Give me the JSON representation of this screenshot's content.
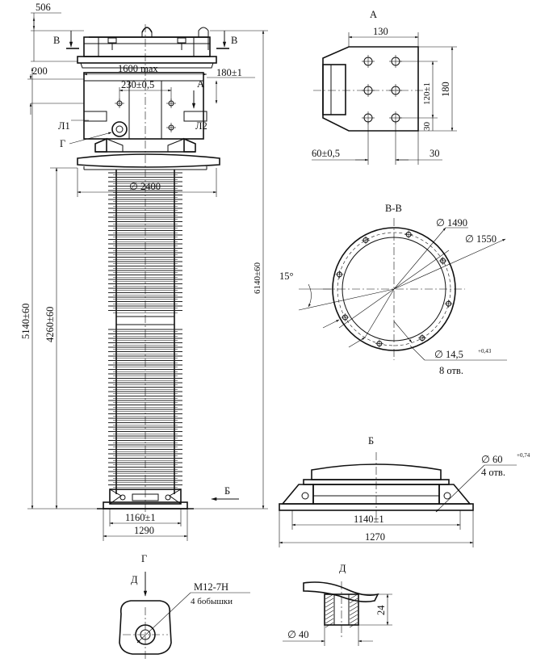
{
  "drawing": {
    "main_view": {
      "top_dim": "506",
      "width_dim": "1600 max",
      "left_dim": "200",
      "right_dim": "180±1",
      "inner_dim": "230±0,5",
      "section_b_left": "В",
      "section_b_right": "В",
      "view_a_arrow": "А",
      "terminal_l1": "Л1",
      "terminal_l2": "Л2",
      "view_g_marker": "Г",
      "flange_dia": "∅ 2400",
      "height_total": "5140±60",
      "height_insulator": "4260±60",
      "height_overall": "6140±60",
      "base_inner": "1160±1",
      "base_outer": "1290",
      "view_b_arrow": "Б"
    },
    "view_a": {
      "title": "А",
      "dim_width": "130",
      "dim_spacing": "120±1",
      "dim_height": "180",
      "dim_edge": "30",
      "dim_left": "60±0,5",
      "dim_bottom": "30"
    },
    "section_bb": {
      "title": "В-В",
      "dia_inner": "∅ 1490",
      "dia_outer": "∅ 1550",
      "angle": "15°",
      "hole_dia": "∅ 14,5",
      "hole_tol": "+0,43",
      "hole_count": "8 отв."
    },
    "view_b": {
      "title": "Б",
      "hole_dia": "∅ 60",
      "hole_tol": "+0,74",
      "hole_count": "4 отв.",
      "dim_inner": "1140±1",
      "dim_outer": "1270"
    },
    "view_g": {
      "title": "Г",
      "arrow_label": "Д",
      "thread": "М12-7Н",
      "boss_count": "4 бобышки"
    },
    "view_d": {
      "title": "Д",
      "dim_height": "24",
      "dim_dia": "∅ 40"
    }
  }
}
